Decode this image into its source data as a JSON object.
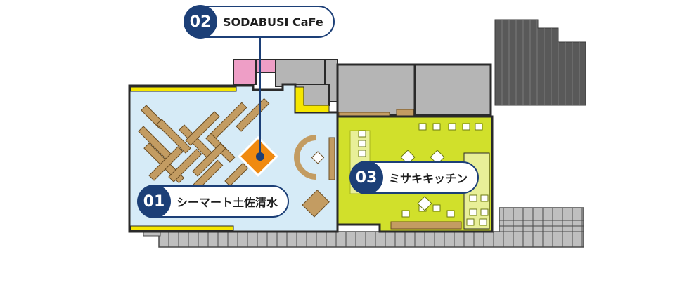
{
  "colors": {
    "navy": "#1c3f77",
    "cafe_floor": "#d6ebf7",
    "kitchen_floor": "#d1e02b",
    "wall": "#2a2a2a",
    "storage_gray": "#b5b5b5",
    "outer_building": "#595959",
    "furniture_wood": "#c39c62",
    "counter_orange": "#f08a10",
    "accent_yellow": "#f5e600",
    "restroom_pink": "#ee9ec6"
  },
  "areas": [
    {
      "number": "01",
      "name": "シーマート土佐清水",
      "icon": "cafe-seating-area"
    },
    {
      "number": "02",
      "name": "SODABUSI CaFe",
      "icon": "orange-counter-marker"
    },
    {
      "number": "03",
      "name": "ミサキキッチン",
      "icon": "kitchen-area"
    }
  ]
}
